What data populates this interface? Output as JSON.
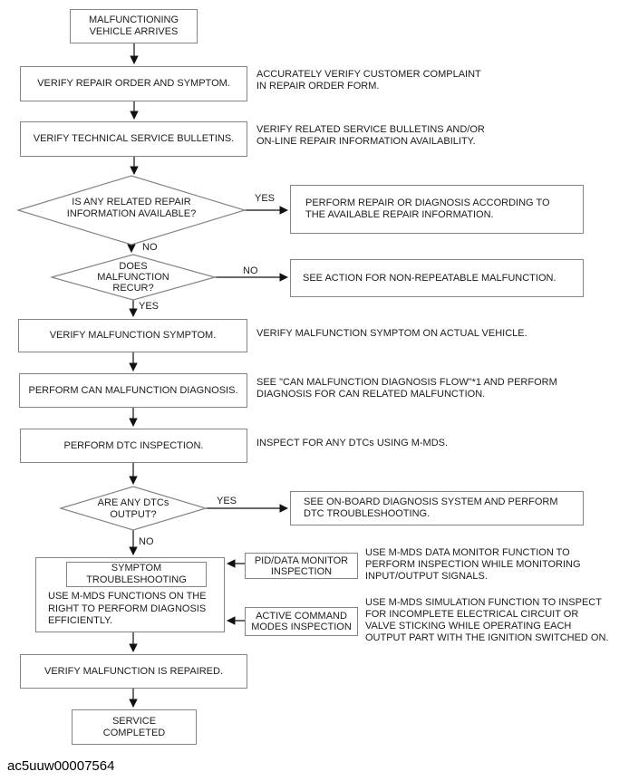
{
  "flowchart": {
    "start": {
      "lines": [
        "MALFUNCTIONING",
        "VEHICLE ARRIVES"
      ]
    },
    "verify_repair_order": {
      "label": "VERIFY REPAIR ORDER AND SYMPTOM.",
      "note_lines": [
        "ACCURATELY VERIFY CUSTOMER COMPLAINT",
        "IN REPAIR ORDER FORM."
      ]
    },
    "verify_tsb": {
      "label": "VERIFY TECHNICAL SERVICE BULLETINS.",
      "note_lines": [
        "VERIFY RELATED SERVICE BULLETINS AND/OR",
        "ON-LINE REPAIR INFORMATION AVAILABILITY."
      ]
    },
    "decision_repair_info": {
      "lines": [
        "IS ANY RELATED REPAIR",
        "INFORMATION AVAILABLE?"
      ],
      "yes_label": "YES",
      "no_label": "NO"
    },
    "perform_repair": {
      "lines": [
        "PERFORM REPAIR OR DIAGNOSIS ACCORDING TO",
        "THE AVAILABLE REPAIR INFORMATION."
      ]
    },
    "decision_recur": {
      "lines": [
        "DOES",
        "MALFUNCTION",
        "RECUR?"
      ],
      "no_label": "NO",
      "yes_label": "YES"
    },
    "see_action": {
      "label": "SEE ACTION FOR NON-REPEATABLE MALFUNCTION."
    },
    "verify_symptom": {
      "label": "VERIFY MALFUNCTION SYMPTOM.",
      "note": "VERIFY MALFUNCTION SYMPTOM ON ACTUAL VEHICLE."
    },
    "perform_can": {
      "label": "PERFORM CAN MALFUNCTION DIAGNOSIS.",
      "note_lines": [
        "SEE \"CAN MALFUNCTION DIAGNOSIS FLOW\"*1 AND PERFORM",
        "DIAGNOSIS FOR CAN RELATED MALFUNCTION."
      ]
    },
    "perform_dtc": {
      "label": "PERFORM DTC INSPECTION.",
      "note": "INSPECT FOR ANY DTCs USING M-MDS."
    },
    "decision_dtc": {
      "lines": [
        "ARE ANY DTCs",
        "OUTPUT?"
      ],
      "yes_label": "YES",
      "no_label": "NO"
    },
    "see_obd": {
      "lines": [
        "SEE ON-BOARD DIAGNOSIS SYSTEM AND PERFORM",
        "DTC TROUBLESHOOTING."
      ]
    },
    "symptom_troubleshooting": {
      "title_lines": [
        "SYMPTOM",
        "TROUBLESHOOTING"
      ],
      "body_lines": [
        "USE M-MDS FUNCTIONS ON THE",
        "RIGHT TO PERFORM DIAGNOSIS",
        "EFFICIENTLY."
      ]
    },
    "pid_monitor": {
      "lines": [
        "PID/DATA MONITOR",
        "INSPECTION"
      ],
      "note_lines": [
        "USE M-MDS DATA MONITOR FUNCTION TO",
        "PERFORM INSPECTION WHILE MONITORING",
        "INPUT/OUTPUT SIGNALS."
      ]
    },
    "active_command": {
      "lines": [
        "ACTIVE COMMAND",
        "MODES INSPECTION"
      ],
      "note_lines": [
        "USE M-MDS SIMULATION FUNCTION TO INSPECT",
        "FOR INCOMPLETE ELECTRICAL CIRCUIT OR",
        "VALVE STICKING WHILE OPERATING EACH",
        "OUTPUT PART WITH THE IGNITION SWITCHED ON."
      ]
    },
    "verify_repaired": {
      "label": "VERIFY MALFUNCTION IS REPAIRED."
    },
    "service_completed": {
      "lines": [
        "SERVICE",
        "COMPLETED"
      ]
    }
  },
  "footer": {
    "code": "ac5uuw00007564"
  },
  "colors": {
    "background": "#ffffff",
    "box_border": "#858585",
    "arrow": "#111111",
    "text": "#1c1c1c"
  }
}
